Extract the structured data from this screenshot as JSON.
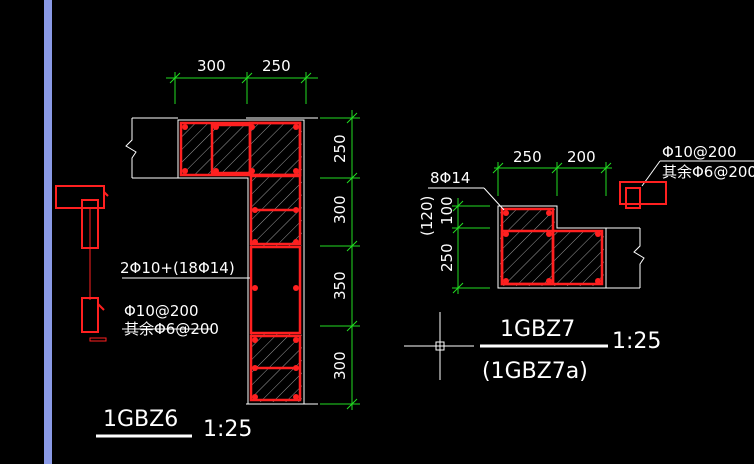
{
  "colors": {
    "background": "#000000",
    "ruler_bar": "#8a9ae6",
    "section_outline": "#ff1a1a",
    "rebar": "#ff2020",
    "dimension": "#22dd22",
    "text": "#ffffff",
    "hatch": "#bbbbbb"
  },
  "gbz6": {
    "dims_top": [
      "300",
      "250"
    ],
    "dims_right": [
      "250",
      "300",
      "350",
      "300"
    ],
    "rebar_label": "2Φ10+(18Φ14)",
    "stirrup_label_1": "Φ10@200",
    "stirrup_label_2": "其余Φ6@200",
    "title": "1GBZ6",
    "scale": "1:25"
  },
  "gbz7": {
    "dims_top": [
      "250",
      "200"
    ],
    "dims_left": [
      "100",
      "250"
    ],
    "dim_left_paren": "(120)",
    "rebar_label": "8Φ14",
    "stirrup_label_1": "Φ10@200",
    "stirrup_label_2": "其余Φ6@200",
    "title": "1GBZ7",
    "title_alt": "(1GBZ7a)",
    "scale": "1:25"
  }
}
